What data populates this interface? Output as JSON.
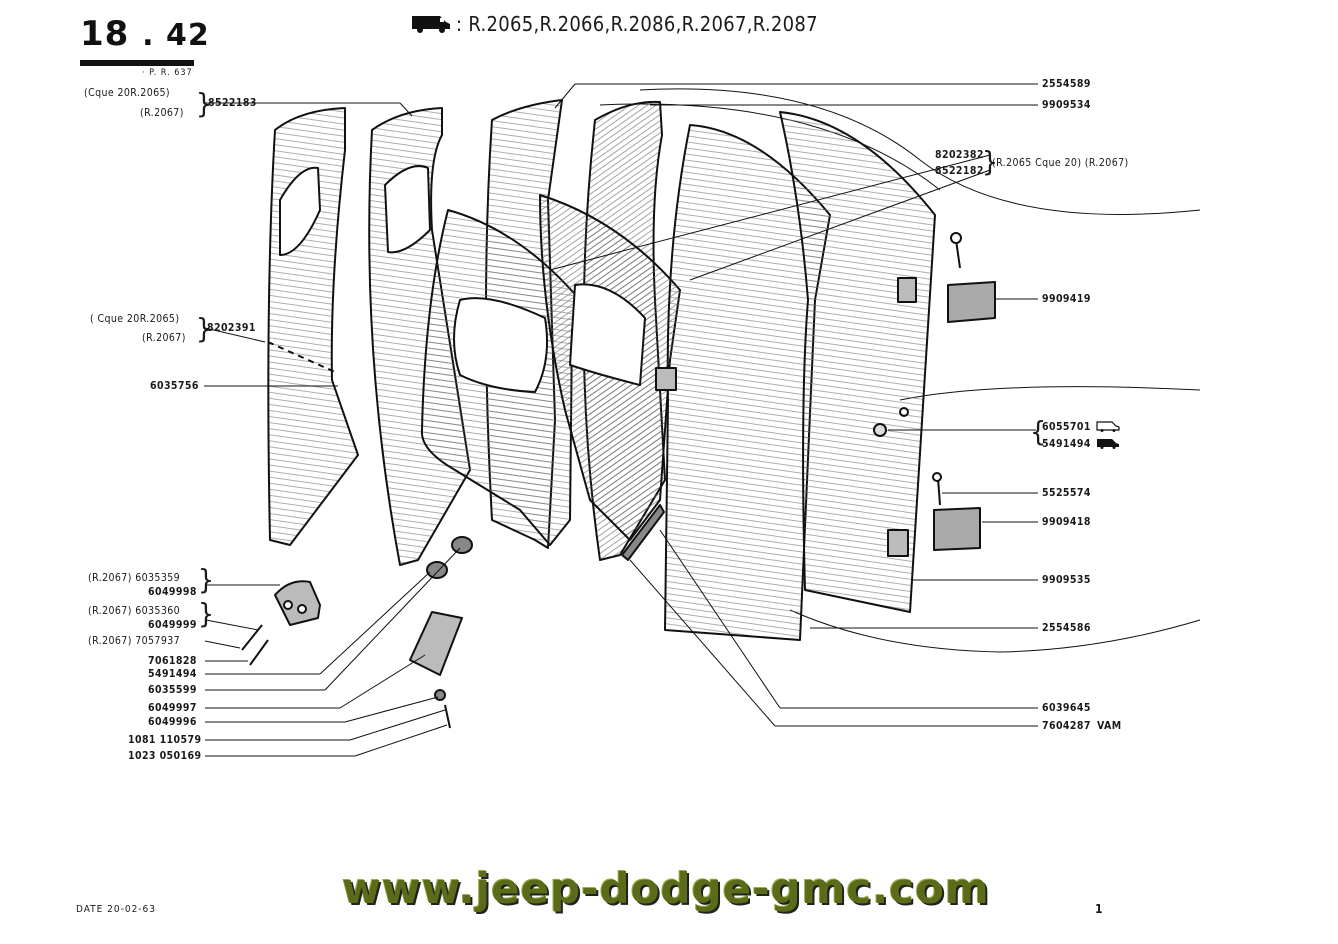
{
  "header": {
    "page_number_main": "18",
    "page_number_sub": ". 42",
    "pr_code": "· P. R. 637",
    "vehicle_icon": "van-icon",
    "models": ": R.2065,R.2066,R.2086,R.2067,R.2087"
  },
  "left_labels": {
    "l1a": "(Cque 20R.2065)",
    "l1b": "(R.2067)",
    "p1": "8522183",
    "l2a": "( Cque 20R.2065)",
    "l2b": "(R.2067)",
    "p2": "8202391",
    "p3": "6035756",
    "l4a": "(R.2067) 6035359",
    "l4b": "6049998",
    "l5a": "(R.2067) 6035360",
    "l5b": "6049999",
    "l6": "(R.2067) 7057937",
    "p7": "7061828",
    "p8": "5491494",
    "p9": "6035599",
    "p10": "6049997",
    "p11": "6049996",
    "p12": "1081 110579",
    "p13": "1023 050169"
  },
  "right_labels": {
    "r1": "2554589",
    "r2": "9909534",
    "r3a": "8202382",
    "r3b": "8522182",
    "r3note": "(R.2065 Cque 20) (R.2067)",
    "r4": "9909419",
    "r5a": "6055701",
    "r5b": "5491494",
    "r6": "5525574",
    "r7": "9909418",
    "r8": "9909535",
    "r9": "2554586",
    "r10": "6039645",
    "r11": "7604287",
    "r11note": "VAM"
  },
  "footer": {
    "date": "DATE  20-02-63",
    "website": "www.jeep-dodge-gmc.com",
    "sheet": "1"
  },
  "colors": {
    "ink": "#1a1a1a",
    "website_text": "#5a6b1a"
  }
}
